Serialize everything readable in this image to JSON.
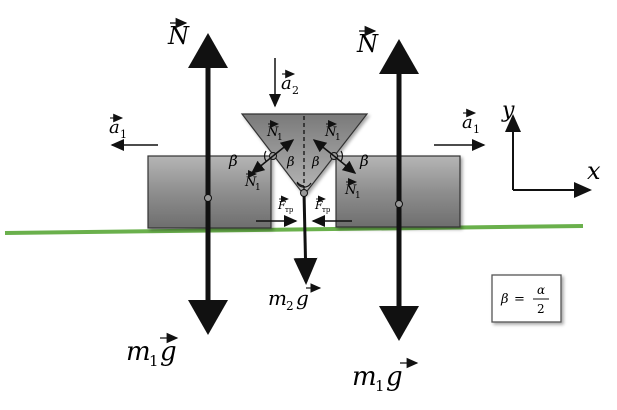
{
  "forces": {
    "N_left": "N",
    "N_right": "N",
    "m1g_left": {
      "m": "m",
      "sub": "1",
      "g": "g"
    },
    "m1g_right": {
      "m": "m",
      "sub": "1",
      "g": "g"
    },
    "m2g": {
      "m": "m",
      "sub": "2",
      "g": "g"
    },
    "a2": {
      "sym": "a",
      "sub": "2"
    },
    "a1_left": {
      "sym": "a",
      "sub": "1"
    },
    "a1_right": {
      "sym": "a",
      "sub": "1"
    },
    "N1": {
      "sym": "N",
      "sub": "1"
    },
    "Ftr": {
      "sym": "F",
      "sub": "тр"
    }
  },
  "angles": {
    "beta": "β"
  },
  "axes": {
    "x": "x",
    "y": "y"
  },
  "formula": {
    "lhs": "β",
    "eq": "=",
    "num": "α",
    "den": "2"
  },
  "colors": {
    "ground": "#6ab04c",
    "block_fill": "#8f8f8f",
    "wedge_fill": "#8a8a8a",
    "arrow": "#111111"
  }
}
